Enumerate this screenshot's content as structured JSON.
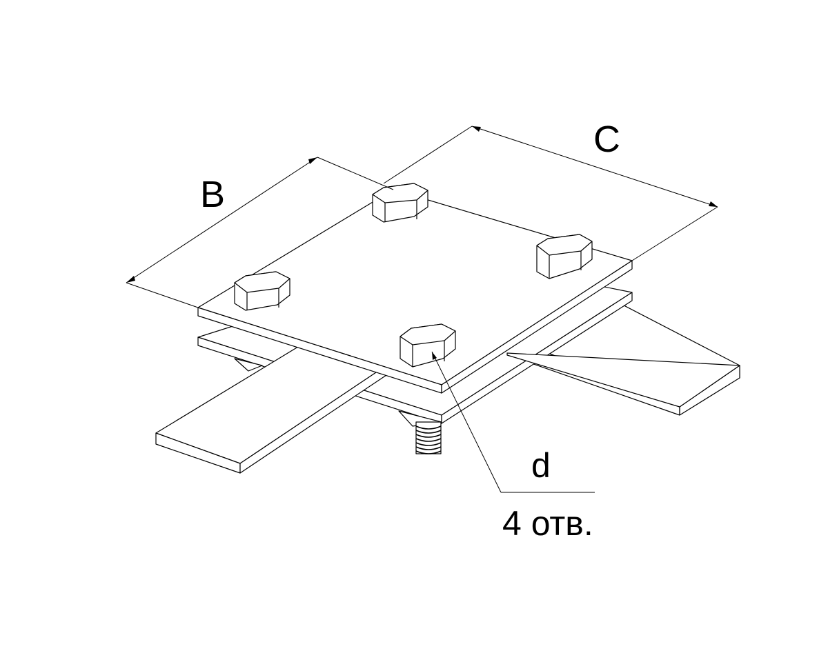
{
  "drawing": {
    "dimensions": {
      "b_label": "B",
      "c_label": "C",
      "hole_label": "d",
      "hole_count_label": "4 отв."
    },
    "colors": {
      "line": "#000000",
      "fill": "#ffffff"
    },
    "bolt_count": 4
  }
}
